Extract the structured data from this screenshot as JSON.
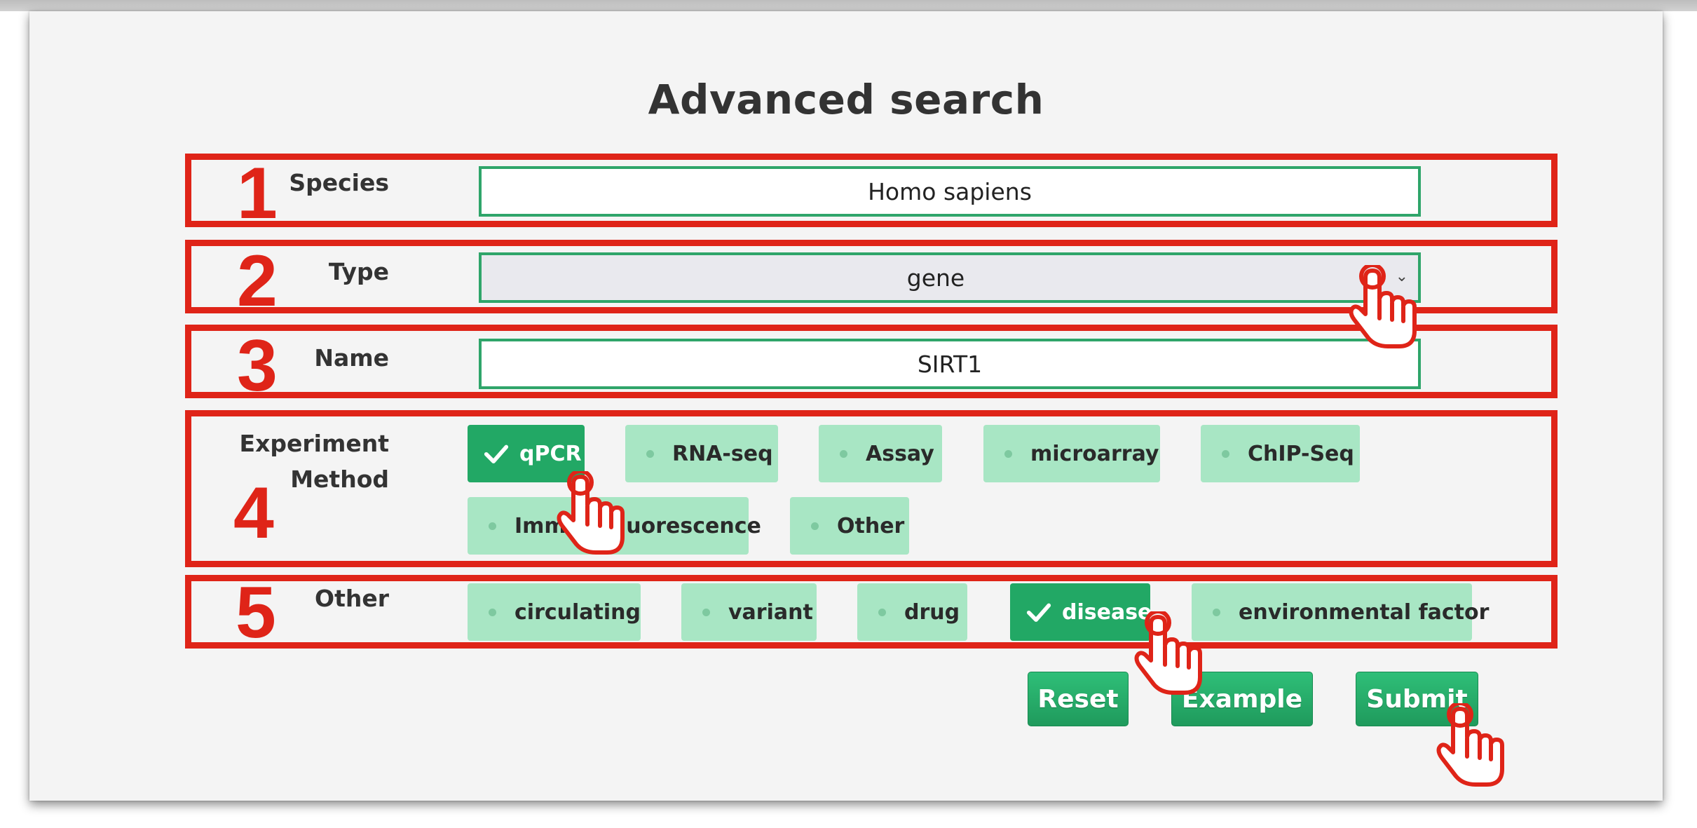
{
  "page": {
    "title": "Advanced search"
  },
  "sections": [
    {
      "number": "1",
      "label": "Species"
    },
    {
      "number": "2",
      "label": "Type"
    },
    {
      "number": "3",
      "label": "Name"
    },
    {
      "number": "4",
      "label_line1": "Experiment",
      "label_line2": "Method"
    },
    {
      "number": "5",
      "label": "Other"
    }
  ],
  "species": {
    "value": "Homo sapiens"
  },
  "type": {
    "selected": "gene"
  },
  "name": {
    "value": "SIRT1"
  },
  "experiment_methods": [
    {
      "label": "qPCR",
      "checked": true
    },
    {
      "label": "RNA-seq",
      "checked": false
    },
    {
      "label": "Assay",
      "checked": false
    },
    {
      "label": "microarray",
      "checked": false
    },
    {
      "label": "ChIP-Seq",
      "checked": false
    },
    {
      "label": "Immunofluorescence",
      "checked": false
    },
    {
      "label": "Other",
      "checked": false
    }
  ],
  "other_options": [
    {
      "label": "circulating",
      "checked": false
    },
    {
      "label": "variant",
      "checked": false
    },
    {
      "label": "drug",
      "checked": false
    },
    {
      "label": "disease",
      "checked": true
    },
    {
      "label": "environmental factor",
      "checked": false
    }
  ],
  "buttons": {
    "reset": "Reset",
    "example": "Example",
    "submit": "Submit"
  },
  "colors": {
    "annotation_red": "#df2418",
    "accent_green": "#22a865",
    "chip_green_light": "#a8e6c4",
    "field_border": "#2fa56a"
  },
  "icons": {
    "cursor": "hand-pointer-icon",
    "check": "checkmark-icon",
    "dropdown": "chevron-down-icon"
  }
}
